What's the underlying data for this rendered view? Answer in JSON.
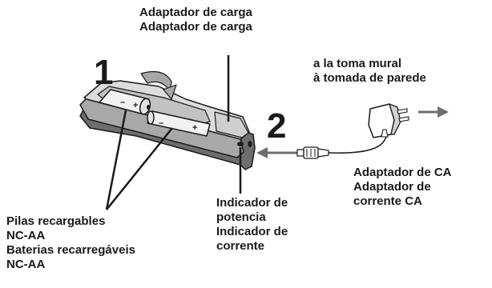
{
  "colors": {
    "ink": "#1a1a1a",
    "light_gray": "#dcdcdc",
    "mid_gray": "#a8a8a8",
    "dark_gray": "#6e6e6e"
  },
  "steps": {
    "one": "1",
    "two": "2"
  },
  "labels": {
    "charger": {
      "line1": "Adaptador de carga",
      "line2": "Adaptador de carga"
    },
    "wall_outlet": {
      "line1": "a la toma mural",
      "line2": "à tomada de parede"
    },
    "ac_adapter": {
      "line1": "Adaptador de CA",
      "line2": "Adaptador de",
      "line3": "corrente CA"
    },
    "power_indicator": {
      "line1": "Indicador de",
      "line2": "potencia",
      "line3": "Indicador de",
      "line4": "corrente"
    },
    "batteries": {
      "line1": "Pilas recargables",
      "line2": "NC-AA",
      "line3": "Baterias recarregáveis",
      "line4": "NC-AA"
    }
  },
  "icons": [
    "charger-body",
    "aa-battery",
    "insert-arrow",
    "ac-adapter",
    "dc-plug",
    "direction-arrow"
  ]
}
